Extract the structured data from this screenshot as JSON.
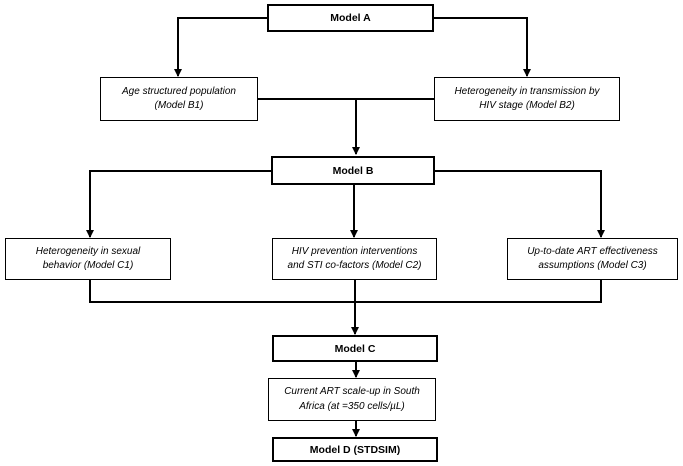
{
  "diagram": {
    "colors": {
      "line": "#000000",
      "box_border": "#000000",
      "background": "#ffffff"
    },
    "nodes": {
      "model_a": "Model A",
      "model_b1": "Age structured population\n(Model B1)",
      "model_b2": "Heterogeneity in transmission by\nHIV stage (Model B2)",
      "model_b": "Model B",
      "model_c1": "Heterogeneity in sexual\nbehavior (Model C1)",
      "model_c2": "HIV prevention interventions\nand STI co-factors (Model C2)",
      "model_c3": "Up-to-date ART effectiveness\nassumptions (Model C3)",
      "model_c": "Model C",
      "art_scaleup": "Current ART scale-up in South\nAfrica (at =350 cells/µL)",
      "model_d": "Model D (STDSIM)"
    },
    "edges": [
      {
        "from": "model_a",
        "to": "model_b1"
      },
      {
        "from": "model_a",
        "to": "model_b2"
      },
      {
        "from": "model_b1",
        "to": "model_b"
      },
      {
        "from": "model_b2",
        "to": "model_b"
      },
      {
        "from": "model_b",
        "to": "model_c1"
      },
      {
        "from": "model_b",
        "to": "model_c2"
      },
      {
        "from": "model_b",
        "to": "model_c3"
      },
      {
        "from": "model_c1",
        "to": "model_c"
      },
      {
        "from": "model_c2",
        "to": "model_c"
      },
      {
        "from": "model_c3",
        "to": "model_c"
      },
      {
        "from": "model_c",
        "to": "art_scaleup"
      },
      {
        "from": "art_scaleup",
        "to": "model_d"
      }
    ]
  }
}
